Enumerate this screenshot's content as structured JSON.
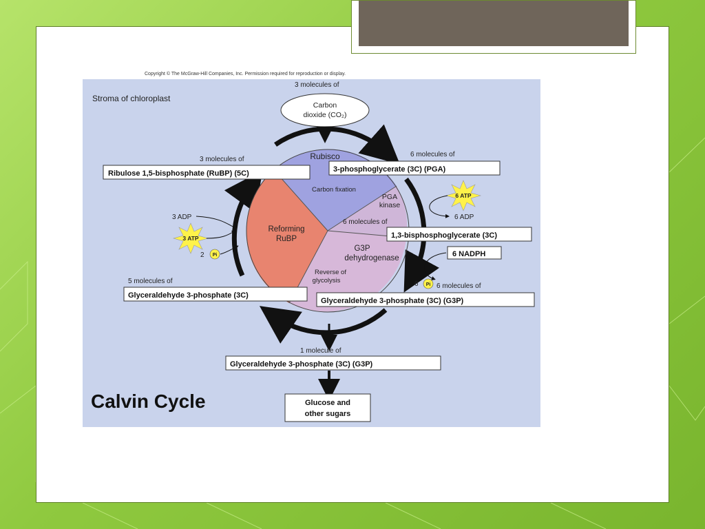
{
  "diagram": {
    "copyright": "Copyright © The McGraw-Hill Companies, Inc. Permission required for reproduction or display.",
    "stroma_label": "Stroma of chloroplast",
    "co2_count": "3 molecules of",
    "co2_line1": "Carbon",
    "co2_line2": "dioxide (CO₂)",
    "rubp_count": "3 molecules of",
    "rubp_label": "Ribulose 1,5-bisphosphate (RuBP) (5C)",
    "pga_count": "6 molecules of",
    "pga_label": "3-phosphoglycerate (3C) (PGA)",
    "rubisco": "Rubisco",
    "carbon_fixation": "Carbon fixation",
    "pga_kinase_1": "PGA",
    "pga_kinase_2": "kinase",
    "atp_6": "6 ATP",
    "adp_6": "6 ADP",
    "bpg_count": "6 molecules of",
    "bpg_label": "1,3-bisphosphoglycerate (3C)",
    "adp_3": "3 ADP",
    "atp_3": "3 ATP",
    "pi_2": "2",
    "pi_symbol": "Pi",
    "reforming_1": "Reforming",
    "reforming_2": "RuBP",
    "g3p_dh_1": "G3P",
    "g3p_dh_2": "dehydrogenase",
    "reverse_1": "Reverse of",
    "reverse_2": "glycolysis",
    "nadph": "6 NADPH",
    "pi_6": "6",
    "g3p6_count": "6 molecules of",
    "g3p6_label": "Glyceraldehyde 3-phosphate (3C) (G3P)",
    "g3p5_count": "5 molecules of",
    "g3p5_label": "Glyceraldehyde 3-phosphate (3C)",
    "g3p1_count": "1 molecule of",
    "g3p1_label": "Glyceraldehyde 3-phosphate (3C) (G3P)",
    "cycle_title": "Calvin Cycle",
    "glucose_1": "Glucose and",
    "glucose_2": "other sugars"
  },
  "colors": {
    "panel": "#c9d3ec",
    "rubisco_sector": "#9fa2e0",
    "reforming_sector": "#e8846f",
    "dehydrogenase_sector": "#d7b8d9",
    "pga_sector": "#cfb6d8",
    "starburst": "#fff24a",
    "slide_border": "#5f7f2a",
    "title_bar": "#6f655a"
  }
}
